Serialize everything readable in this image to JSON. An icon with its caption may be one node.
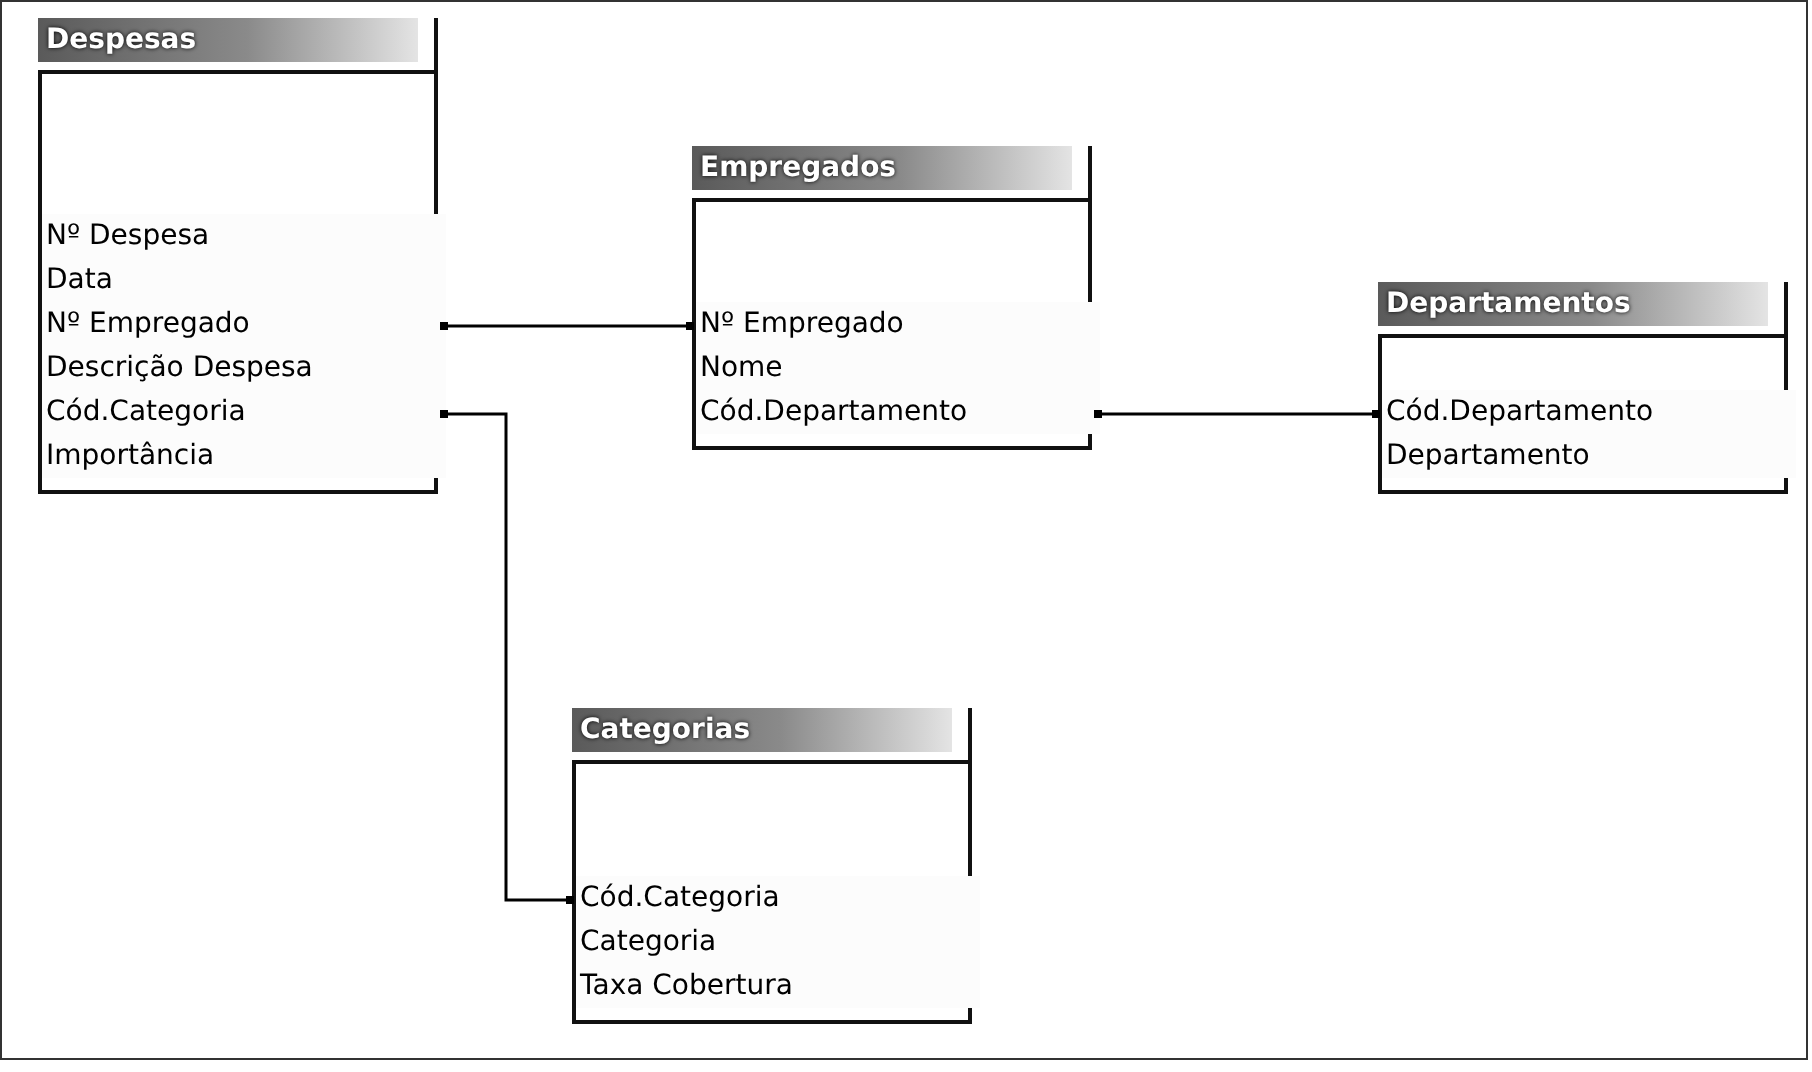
{
  "diagram": {
    "nodes": [
      {
        "text": [
          "Despesas"
        ]
      },
      {
        "text": [
          "Nº Despesa"
        ],
        "in": 0
      },
      {
        "text": [
          "Data"
        ],
        "in": 0
      },
      {
        "text": [
          "Nº Empregado"
        ],
        "in": 0
      },
      {
        "text": [
          "Descrição Despesa"
        ],
        "in": 0
      },
      {
        "text": [
          "Cód.Categoria"
        ],
        "in": 0
      },
      {
        "text": [
          "Importância"
        ],
        "in": 0
      },
      {
        "text": [
          "Empregados"
        ]
      },
      {
        "text": [
          "Nº Empregado"
        ],
        "in": 7
      },
      {
        "text": [
          "Nome"
        ],
        "in": 7
      },
      {
        "text": [
          "Cód.Departamento"
        ],
        "in": 7
      },
      {
        "text": [
          "Departamentos"
        ]
      },
      {
        "text": [
          "Cód.Departamento"
        ],
        "in": 11
      },
      {
        "text": [
          "Departamento"
        ],
        "in": 11
      },
      {
        "text": [
          "Categorias"
        ]
      },
      {
        "text": [
          "Cód.Categoria"
        ],
        "in": 14
      },
      {
        "text": [
          "Categoria"
        ],
        "in": 14
      },
      {
        "text": [
          "Taxa Cobertura"
        ],
        "in": 14
      }
    ],
    "edges": [
      {
        "from": 3,
        "to": 8,
        "arrow": "other"
      },
      {
        "from": 10,
        "to": 12,
        "arrow": "other"
      },
      {
        "from": 5,
        "to": 15,
        "arrow": "other"
      }
    ]
  }
}
